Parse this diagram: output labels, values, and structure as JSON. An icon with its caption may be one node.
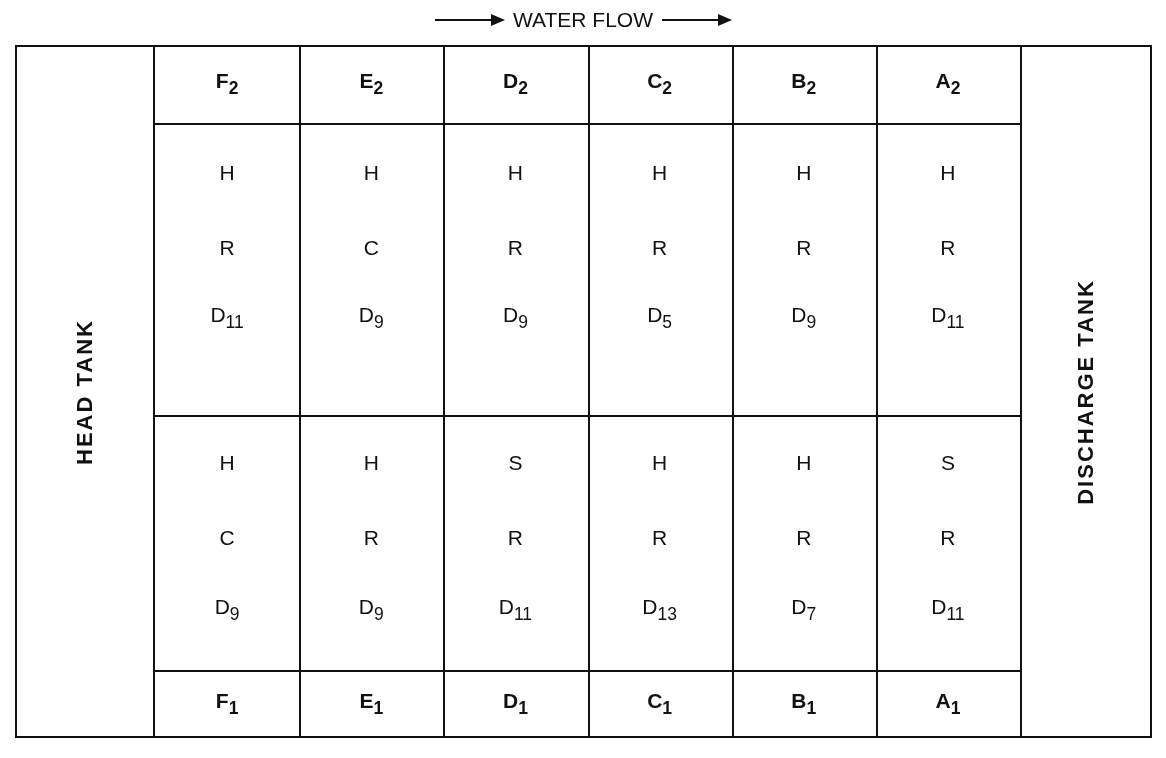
{
  "diagram": {
    "nodes": [
      {
        "text": [
          "HEAD TANK"
        ]
      },
      {
        "text": [
          "DISCHARGE TANK"
        ]
      }
    ],
    "labels": [
      "WATER FLOW",
      "F$_{2}$",
      "E$_{2}$",
      "D$_{2}$",
      "C$_{2}$",
      "B$_{2}$",
      "A$_{2}$",
      "H",
      "H",
      "H",
      "H",
      "H",
      "H",
      "R",
      "C",
      "R",
      "R",
      "R",
      "R",
      "D$_{11}$",
      "D$_{9}$",
      "D$_{9}$",
      "D$_{5}$",
      "D$_{9}$",
      "D$_{11}$",
      "H",
      "H",
      "S",
      "H",
      "H",
      "S",
      "C",
      "R",
      "R",
      "R",
      "R",
      "R",
      "D$_{9}$",
      "D$_{9}$",
      "D$_{11}$",
      "D$_{13}$",
      "D$_{7}$",
      "D$_{11}$",
      "F$_{1}$",
      "E$_{1}$",
      "D$_{1}$",
      "C$_{1}$",
      "B$_{1}$",
      "A$_{1}$"
    ]
  }
}
